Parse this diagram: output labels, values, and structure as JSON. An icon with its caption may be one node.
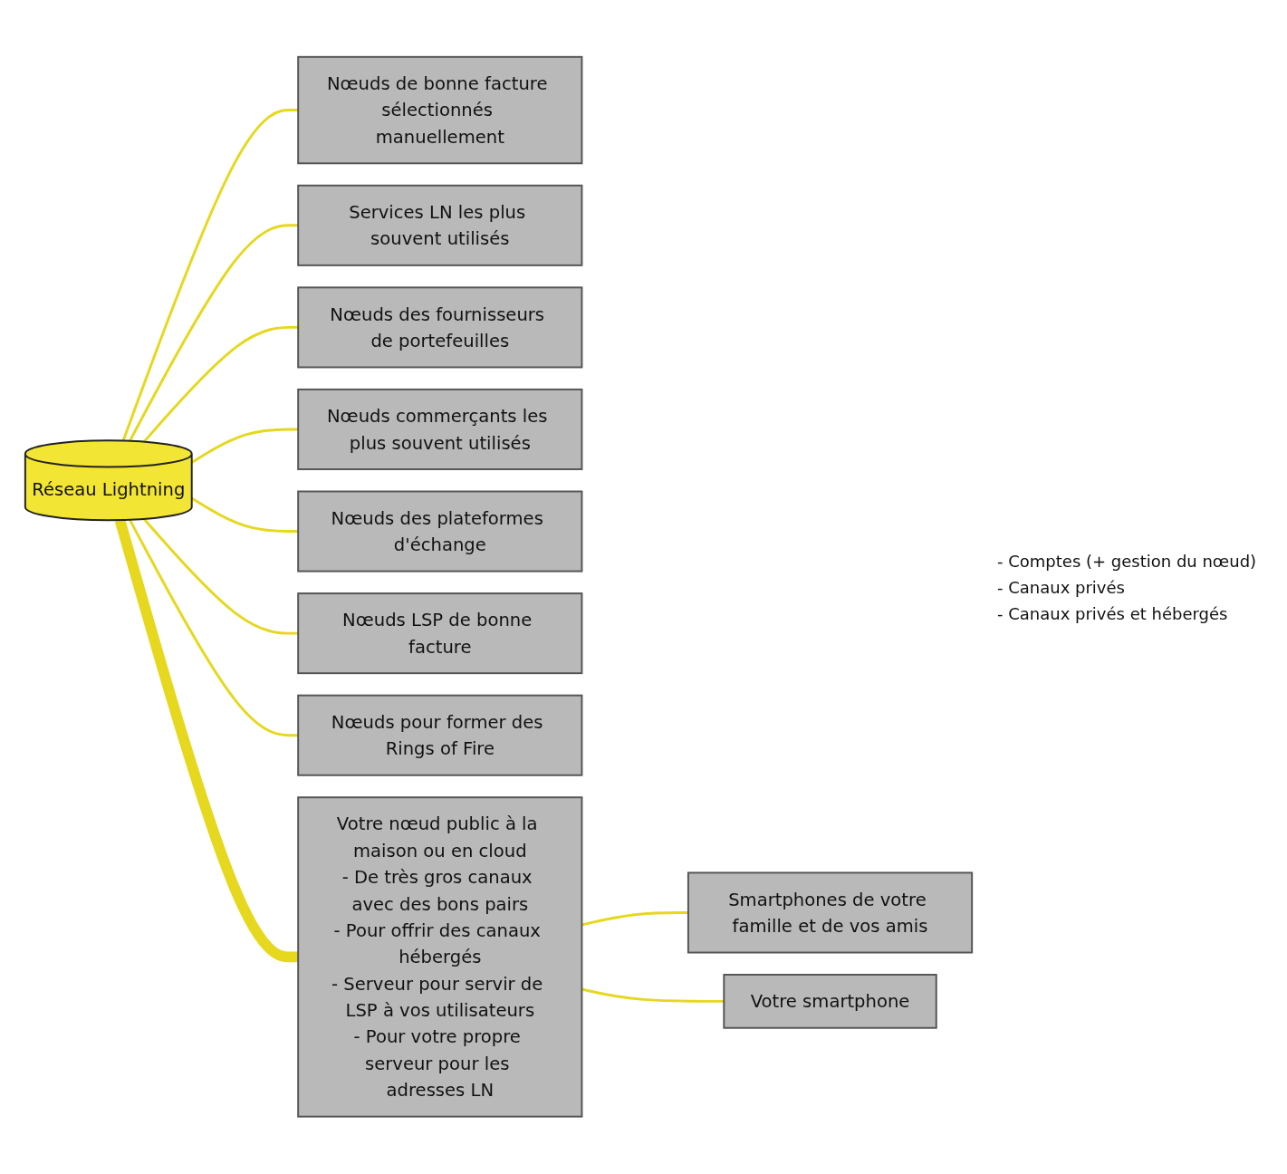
{
  "diagram": {
    "nodes": [
      {
        "text": [
          "Réseau Lightning"
        ]
      },
      {
        "text": [
          "Nœuds de bonne facture sélectionnés manuellement"
        ]
      },
      {
        "text": [
          "Services LN les plus souvent utilisés"
        ]
      },
      {
        "text": [
          "Nœuds des fournisseurs de portefeuilles"
        ]
      },
      {
        "text": [
          "Nœuds commerçants les plus souvent utilisés"
        ]
      },
      {
        "text": [
          "Nœuds des plateformes d'échange"
        ]
      },
      {
        "text": [
          "Nœuds LSP de bonne facture"
        ]
      },
      {
        "text": [
          "Nœuds pour former des Rings of Fire"
        ]
      },
      {
        "text": [
          "Votre nœud public à la maison ou en cloud",
          "- De très gros canaux avec des bons pairs",
          "- Pour offrir des canaux hébergés",
          "- Serveur pour servir de LSP à vos utilisateurs",
          "- Pour votre propre serveur pour les adresses LN"
        ]
      },
      {
        "text": [
          "Smartphones de votre famille et de vos amis"
        ]
      },
      {
        "text": [
          "Votre smartphone"
        ]
      }
    ],
    "edges": [
      {
        "from": 0,
        "to": 1,
        "arrow": "none"
      },
      {
        "from": 0,
        "to": 2,
        "arrow": "none"
      },
      {
        "from": 0,
        "to": 3,
        "arrow": "none"
      },
      {
        "from": 0,
        "to": 4,
        "arrow": "none"
      },
      {
        "from": 0,
        "to": 5,
        "arrow": "none"
      },
      {
        "from": 0,
        "to": 6,
        "arrow": "none"
      },
      {
        "from": 0,
        "to": 7,
        "arrow": "none"
      },
      {
        "from": 0,
        "to": 8,
        "arrow": "none",
        "style": "thick"
      },
      {
        "from": 8,
        "to": 9,
        "arrow": "none"
      },
      {
        "from": 8,
        "to": 10,
        "arrow": "none"
      }
    ],
    "labels": [
      "- Comptes (+ gestion du nœud)",
      "- Canaux privés",
      "- Canaux privés et hébergés"
    ]
  }
}
